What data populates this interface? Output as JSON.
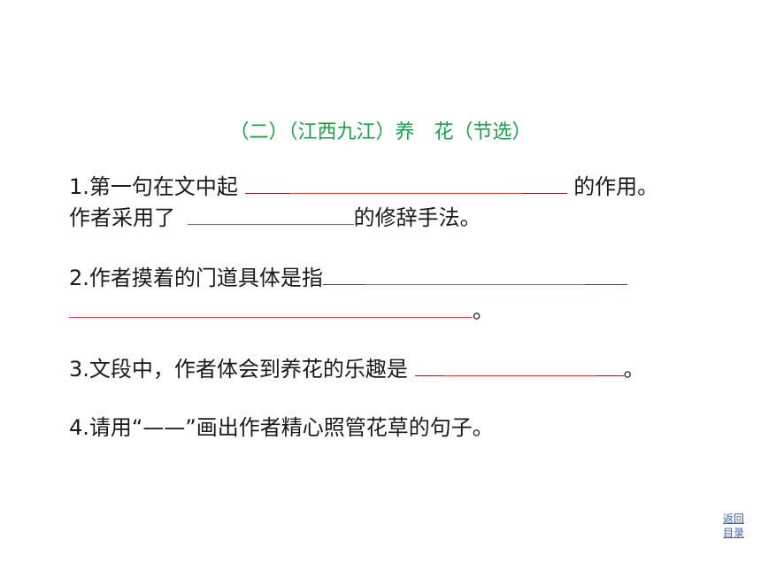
{
  "title": "（二）（江西九江）养　花（节选）",
  "q1": {
    "prefix": "1.第一句在文中起",
    "suffix": "的作用。",
    "line2_prefix": "作者采用了",
    "line2_suffix": "的修辞手法。"
  },
  "q2": {
    "prefix": "2.作者摸着的门道具体是指",
    "end": "。"
  },
  "q3": {
    "prefix": "3.文段中，作者体会到养花的乐趣是",
    "end": "。"
  },
  "q4": {
    "text": "4.请用“——”画出作者精心照管花草的句子。"
  },
  "nav": {
    "line1": "返回",
    "line2": "目录"
  }
}
